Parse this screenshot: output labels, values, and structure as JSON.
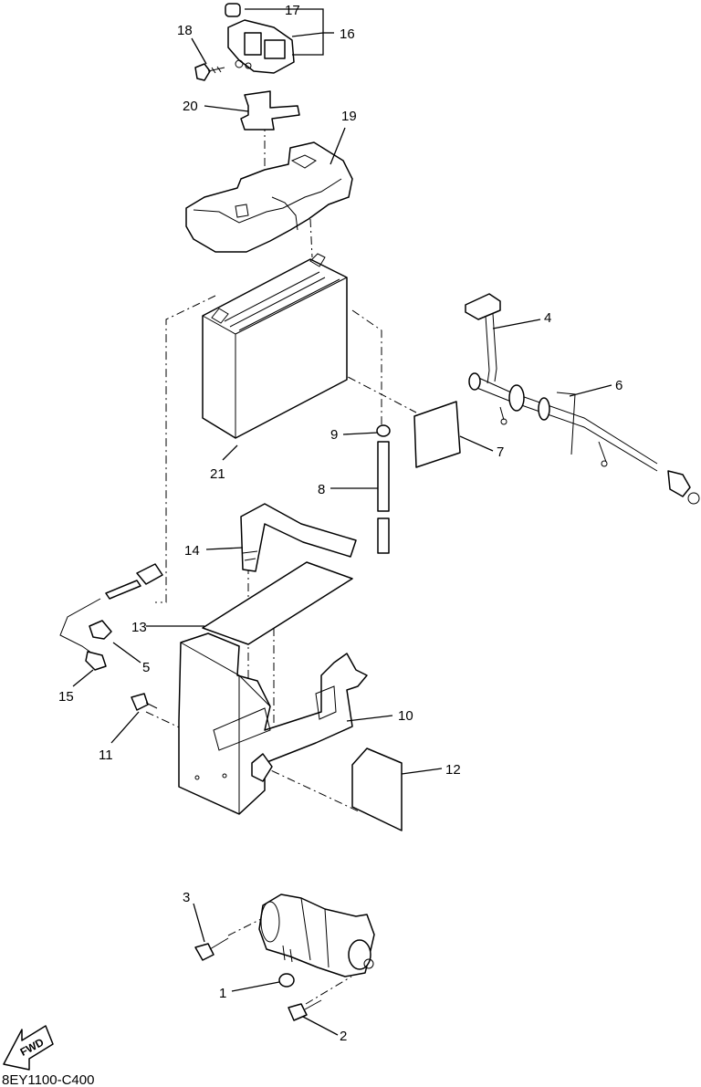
{
  "callouts": {
    "c1": "1",
    "c2": "2",
    "c3": "3",
    "c4": "4",
    "c5": "5",
    "c6": "6",
    "c7": "7",
    "c8": "8",
    "c9": "9",
    "c10": "10",
    "c11": "11",
    "c12": "12",
    "c13": "13",
    "c14": "14",
    "c15": "15",
    "c16": "16",
    "c17": "17",
    "c18": "18",
    "c19": "19",
    "c20": "20",
    "c21": "21"
  },
  "fwd_label": "FWD",
  "drawing_code": "8EY1100-C400"
}
